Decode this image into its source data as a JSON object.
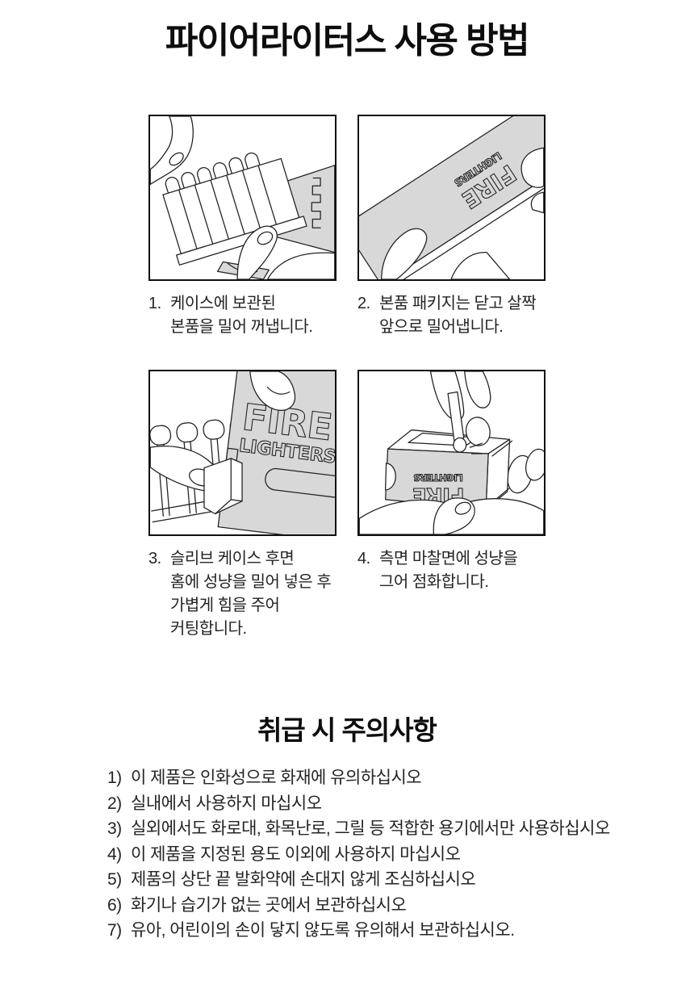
{
  "page": {
    "title": "파이어라이터스 사용 방법"
  },
  "brand": {
    "line1": "FIRE",
    "line2": "LIGHTERS"
  },
  "steps": [
    {
      "num": "1.",
      "text": "케이스에 보관된\n본품을 밀어 꺼냅니다."
    },
    {
      "num": "2.",
      "text": "본품 패키지는 닫고 살짝\n앞으로 밀어냅니다."
    },
    {
      "num": "3.",
      "text": "슬리브 케이스 후면\n홈에 성냥을 밀어 넣은 후\n가볍게 힘을 주어\n커팅합니다."
    },
    {
      "num": "4.",
      "text": "측면 마찰면에 성냥을\n그어 점화합니다."
    }
  ],
  "precautions": {
    "title": "취급 시 주의사항",
    "items": [
      {
        "num": "1)",
        "text": "이 제품은 인화성으로 화재에 유의하십시오"
      },
      {
        "num": "2)",
        "text": "실내에서 사용하지 마십시오"
      },
      {
        "num": "3)",
        "text": "실외에서도 화로대, 화목난로, 그릴 등 적합한 용기에서만 사용하십시오"
      },
      {
        "num": "4)",
        "text": "이 제품을 지정된 용도 이외에 사용하지 마십시오"
      },
      {
        "num": "5)",
        "text": "제품의 상단 끝 발화약에 손대지 않게 조심하십시오"
      },
      {
        "num": "6)",
        "text": "화기나 습기가 없는 곳에서 보관하십시오"
      },
      {
        "num": "7)",
        "text": "유아, 어린이의 손이 닿지 않도록 유의해서 보관하십시오."
      }
    ]
  },
  "colors": {
    "ink": "#1f1f1f",
    "packaging_gray": "#d8d8d8"
  }
}
